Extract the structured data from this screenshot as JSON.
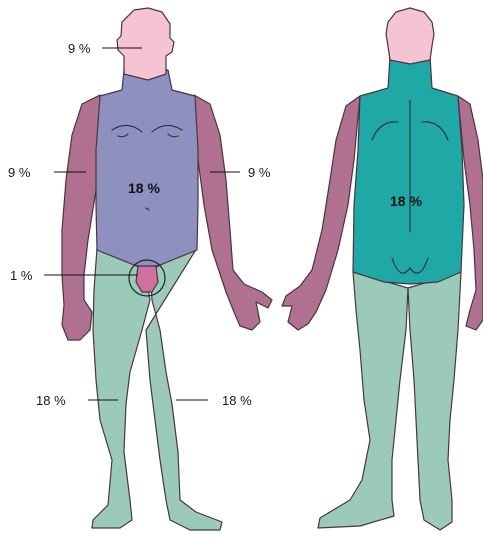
{
  "diagram": {
    "colors": {
      "head": "#f5c4d2",
      "arm": "#b07090",
      "front_trunk": "#8e90c0",
      "back_trunk": "#1fa8a6",
      "genital": "#d070a0",
      "leg": "#9ccab8",
      "background": "#ffffff"
    },
    "front": {
      "head": "9 %",
      "left_arm": "9 %",
      "right_arm": "9 %",
      "trunk": "18 %",
      "genitals": "1 %",
      "left_leg": "18 %",
      "right_leg": "18 %"
    },
    "back": {
      "trunk": "18 %"
    }
  }
}
